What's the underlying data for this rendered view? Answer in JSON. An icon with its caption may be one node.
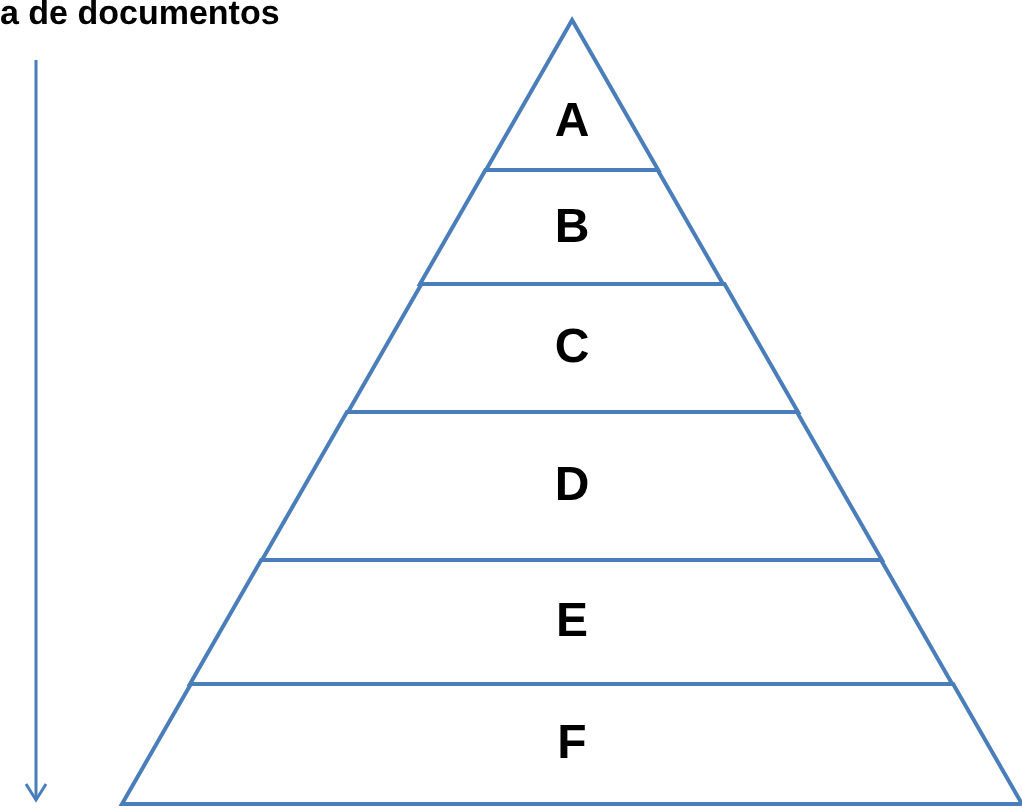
{
  "diagram": {
    "title": "a de documentos",
    "nodes": [
      {
        "text": [
          "A"
        ]
      },
      {
        "text": [
          "B"
        ]
      },
      {
        "text": [
          "C"
        ]
      },
      {
        "text": [
          "D"
        ]
      },
      {
        "text": [
          "E"
        ]
      },
      {
        "text": [
          "F"
        ]
      }
    ]
  }
}
